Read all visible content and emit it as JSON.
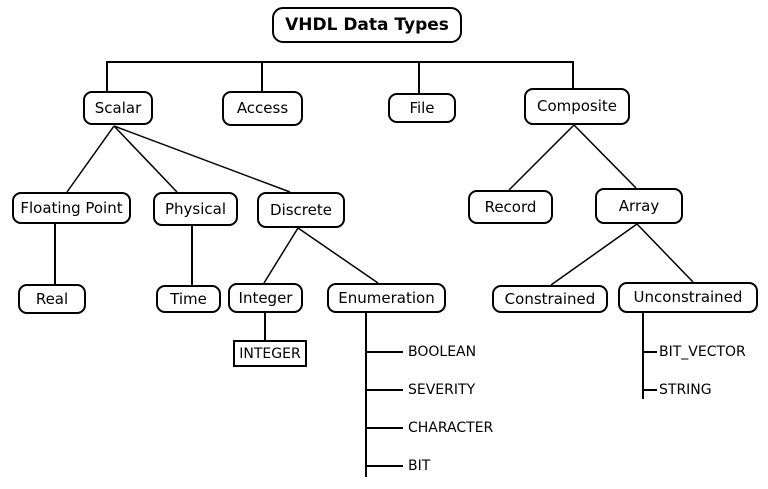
{
  "title": "VHDL Data Types",
  "nodes": {
    "scalar": "Scalar",
    "access": "Access",
    "file": "File",
    "composite": "Composite",
    "floating_point": "Floating Point",
    "physical": "Physical",
    "discrete": "Discrete",
    "real": "Real",
    "time": "Time",
    "integer": "Integer",
    "enumeration": "Enumeration",
    "integer_predefined": "INTEGER",
    "record": "Record",
    "array": "Array",
    "constrained": "Constrained",
    "unconstrained": "Unconstrained"
  },
  "enumeration_literals": [
    "BOOLEAN",
    "SEVERITY",
    "CHARACTER",
    "BIT"
  ],
  "unconstrained_types": [
    "BIT_VECTOR",
    "STRING"
  ],
  "colors": {
    "line": "#000000",
    "text": "#000000",
    "background": "#ffffff"
  }
}
